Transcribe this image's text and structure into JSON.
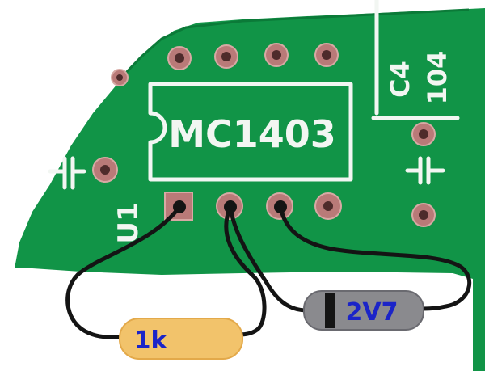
{
  "pcb": {
    "ic_label": "MC1403",
    "ref_u1": "U1",
    "ref_c4": "C4",
    "value_c4": "104"
  },
  "components": {
    "resistor_label": "1k",
    "diode_label": "2V7"
  },
  "colors": {
    "board": "#119447",
    "silkscreen": "#f2f6f2",
    "resistor_body": "#f2c36b",
    "diode_body": "#8a8a8e",
    "label_blue": "#1b24c8",
    "wire": "#141414"
  }
}
